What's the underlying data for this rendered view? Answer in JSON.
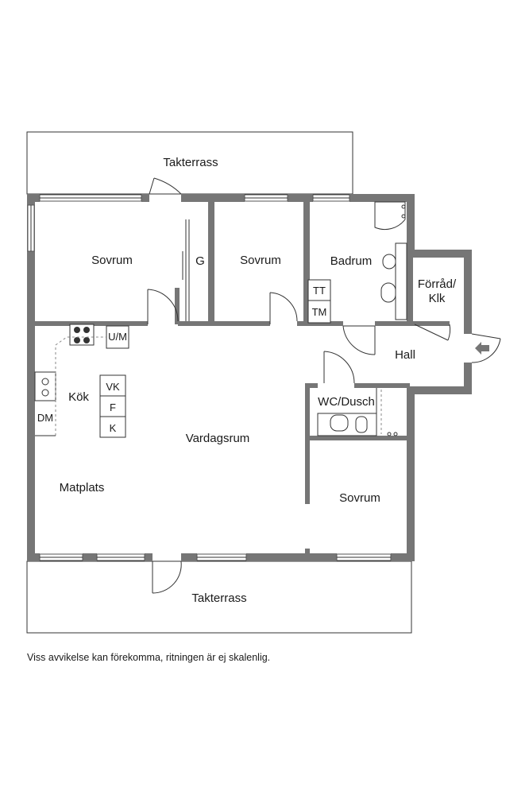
{
  "rooms": {
    "terrace_top": "Takterrass",
    "bedroom_1": "Sovrum",
    "closet": "G",
    "bedroom_2": "Sovrum",
    "bathroom": "Badrum",
    "storage": "Förråd/\nKlk",
    "storage_line1": "Förråd/",
    "storage_line2": "Klk",
    "hall": "Hall",
    "kitchen": "Kök",
    "living_room": "Vardagsrum",
    "wc_shower": "WC/Dusch",
    "dining": "Matplats",
    "bedroom_3": "Sovrum",
    "terrace_bottom": "Takterrass"
  },
  "appliances": {
    "tt": "TT",
    "tm": "TM",
    "um": "U/M",
    "dm": "DM",
    "vk": "VK",
    "f": "F",
    "k": "K"
  },
  "footer": {
    "disclaimer": "Viss avvikelse kan förekomma, ritningen är ej skalenlig."
  }
}
